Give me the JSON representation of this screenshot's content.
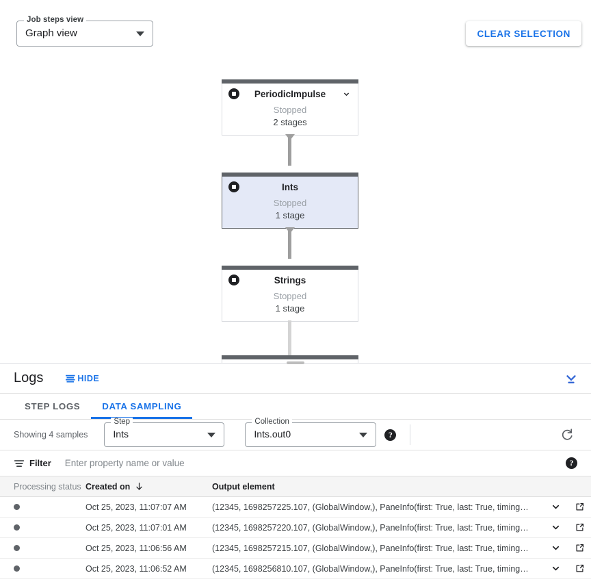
{
  "graph": {
    "view_select": {
      "label": "Job steps view",
      "value": "Graph view",
      "arrow_icon": "chevron-down-icon"
    },
    "clear_selection_label": "CLEAR SELECTION",
    "nodes": [
      {
        "name": "PeriodicImpulse",
        "status": "Stopped",
        "stages": "2 stages",
        "selected": false,
        "has_chevron": true
      },
      {
        "name": "Ints",
        "status": "Stopped",
        "stages": "1 stage",
        "selected": true,
        "has_chevron": false
      },
      {
        "name": "Strings",
        "status": "Stopped",
        "stages": "1 stage",
        "selected": false,
        "has_chevron": false
      }
    ],
    "colors": {
      "selected_fill": "#e4e9f7",
      "selected_border": "#5f6368",
      "node_bar": "#5f6368",
      "edge": "#9e9e9e",
      "edge_light": "#d4d4d4"
    }
  },
  "logs": {
    "title": "Logs",
    "hide_label": "HIDE",
    "hide_icon": "list-lines-icon",
    "collapse_icon": "collapse-panel-icon",
    "tabs": [
      {
        "label": "STEP LOGS",
        "active": false
      },
      {
        "label": "DATA SAMPLING",
        "active": true
      }
    ],
    "accent_color": "#1a73e8"
  },
  "sampling": {
    "showing_label": "Showing 4 samples",
    "step_select": {
      "label": "Step",
      "value": "Ints"
    },
    "collection_select": {
      "label": "Collection",
      "value": "Ints.out0"
    },
    "help_icon": "help-icon",
    "refresh_icon": "refresh-icon"
  },
  "filter": {
    "icon": "filter-icon",
    "label": "Filter",
    "placeholder": "Enter property name or value",
    "value": "",
    "help_icon": "help-icon"
  },
  "table": {
    "headers": {
      "status": "Processing status",
      "created": "Created on",
      "output": "Output element"
    },
    "sort_icon": "arrow-down-icon",
    "rows": [
      {
        "status_dot": "filled-dot",
        "created": "Oct 25, 2023, 11:07:07 AM",
        "output": "(12345, 1698257225.107, (GlobalWindow,), PaneInfo(first: True, last: True, timing…",
        "expand_icon": "chevron-down-icon",
        "open_icon": "open-in-new-icon"
      },
      {
        "status_dot": "filled-dot",
        "created": "Oct 25, 2023, 11:07:01 AM",
        "output": "(12345, 1698257220.107, (GlobalWindow,), PaneInfo(first: True, last: True, timing…",
        "expand_icon": "chevron-down-icon",
        "open_icon": "open-in-new-icon"
      },
      {
        "status_dot": "filled-dot",
        "created": "Oct 25, 2023, 11:06:56 AM",
        "output": "(12345, 1698257215.107, (GlobalWindow,), PaneInfo(first: True, last: True, timing…",
        "expand_icon": "chevron-down-icon",
        "open_icon": "open-in-new-icon"
      },
      {
        "status_dot": "filled-dot",
        "created": "Oct 25, 2023, 11:06:52 AM",
        "output": "(12345, 1698256810.107, (GlobalWindow,), PaneInfo(first: True, last: True, timing…",
        "expand_icon": "chevron-down-icon",
        "open_icon": "open-in-new-icon"
      }
    ]
  }
}
